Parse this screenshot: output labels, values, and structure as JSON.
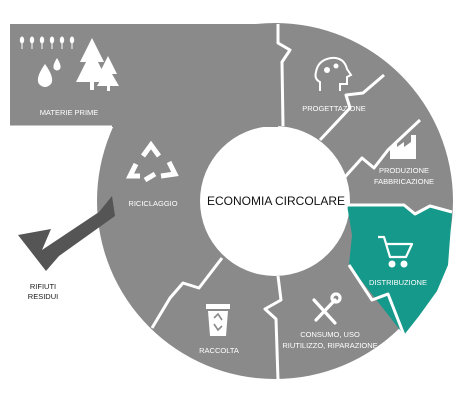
{
  "title": "ECONOMIA CIRCOLARE",
  "stages": {
    "materie_prime": "MATERIE PRIME",
    "progettazione": "PROGETTAZIONE",
    "produzione_1": "PRODUZIONE",
    "produzione_2": "FABBRICAZIONE",
    "distribuzione": "DISTRIBUZIONE",
    "consumo_1": "CONSUMO, USO",
    "consumo_2": "RIUTILIZZO, RIPARAZIONE",
    "raccolta": "RACCOLTA",
    "riciclaggio": "RICICLAGGIO"
  },
  "outflow": {
    "line1": "RIFIUTI",
    "line2": "RESIDUI"
  },
  "colors": {
    "segment": "#8a8a8a",
    "highlight": "#14998a",
    "divider": "#ffffff",
    "arrow": "#555555"
  },
  "icons": [
    "grain-icon",
    "water-drops-icon",
    "trees-icon",
    "head-gears-icon",
    "factory-icon",
    "shopping-cart-icon",
    "tools-icon",
    "recycle-bin-icon",
    "recycle-icon",
    "down-arrow-icon"
  ]
}
